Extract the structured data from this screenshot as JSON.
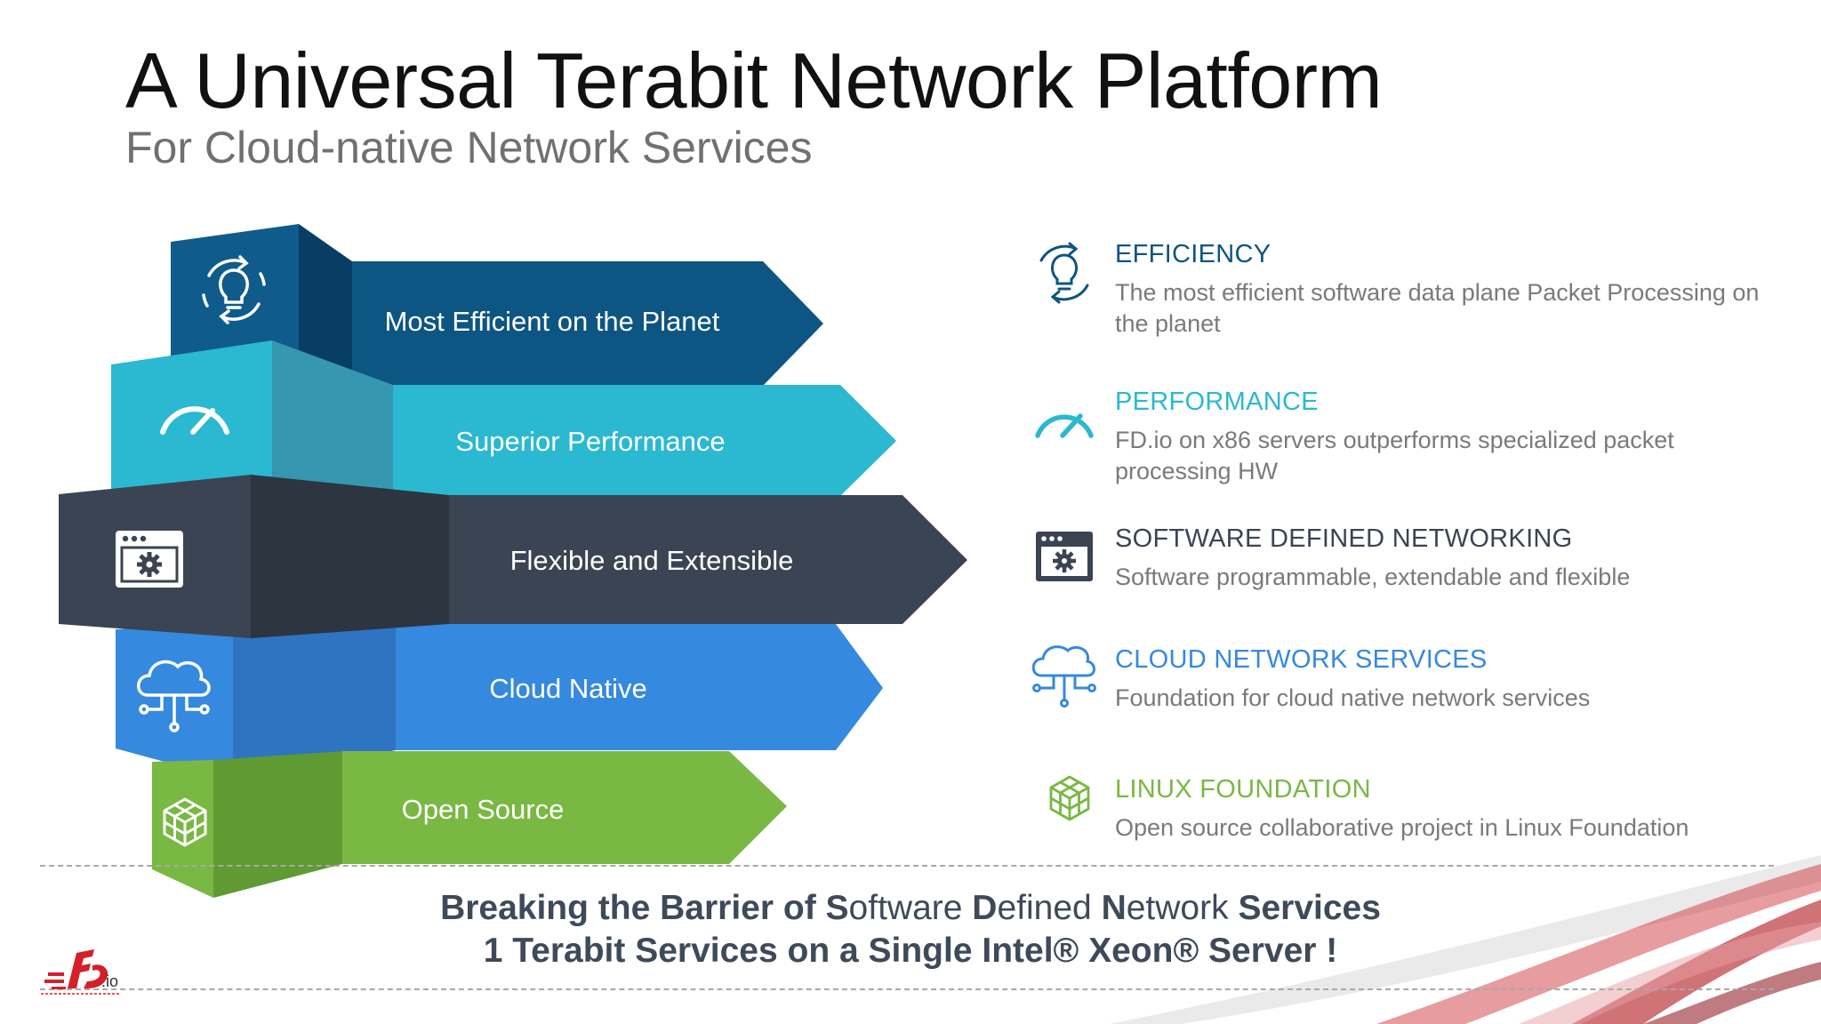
{
  "header": {
    "title": "A Universal Terabit Network Platform",
    "subtitle": "For Cloud-native Network Services"
  },
  "stack": [
    {
      "label": "Most Efficient on the Planet",
      "icon": "efficiency-bulb-icon",
      "color": "#0d5582"
    },
    {
      "label": "Superior Performance",
      "icon": "speedometer-icon",
      "color": "#2bb8d1"
    },
    {
      "label": "Flexible and Extensible",
      "icon": "software-window-gear-icon",
      "color": "#3b4452"
    },
    {
      "label": "Cloud Native",
      "icon": "cloud-network-icon",
      "color": "#3589de"
    },
    {
      "label": "Open Source",
      "icon": "open-source-cubes-icon",
      "color": "#79b843"
    }
  ],
  "features": [
    {
      "heading": "EFFICIENCY",
      "description": "The most efficient software data plane Packet Processing on the planet",
      "color": "#0d5582"
    },
    {
      "heading": "PERFORMANCE",
      "description": "FD.io on x86 servers outperforms specialized packet processing HW",
      "color": "#2bb8d1"
    },
    {
      "heading": "SOFTWARE DEFINED NETWORKING",
      "description": "Software programmable, extendable and flexible",
      "color": "#3b4452"
    },
    {
      "heading": "CLOUD NETWORK SERVICES",
      "description": "Foundation for cloud native network services",
      "color": "#3589de"
    },
    {
      "heading": "LINUX FOUNDATION",
      "description": "Open source collaborative project in Linux Foundation",
      "color": "#79b843"
    }
  ],
  "banner": {
    "line1": {
      "a": "Breaking the Barrier of ",
      "b": "S",
      "c": "oftware ",
      "d": "D",
      "e": "efined ",
      "f": "N",
      "g": "etwork ",
      "h": "Services"
    },
    "line2": "1 Terabit Services on a Single Intel® Xeon® Server !"
  },
  "logo": {
    "suffix": ".io",
    "color": "#d3202b"
  }
}
